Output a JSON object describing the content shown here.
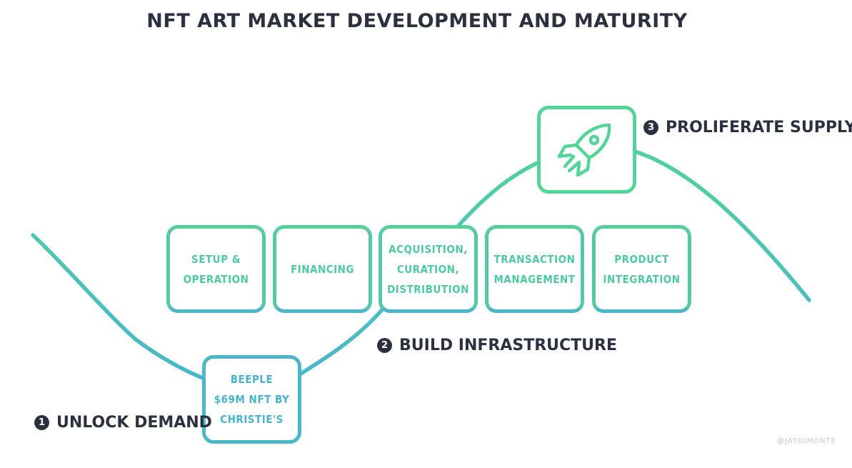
{
  "title": "NFT ART MARKET DEVELOPMENT AND MATURITY",
  "stages": [
    {
      "number": "1",
      "label": "UNLOCK DEMAND"
    },
    {
      "number": "2",
      "label": "BUILD INFRASTRUCTURE"
    },
    {
      "number": "3",
      "label": "PROLIFERATE SUPPLY"
    }
  ],
  "demand_box": [
    "BEEPLE",
    "$69M NFT BY",
    "CHRISTIE'S"
  ],
  "infrastructure_boxes": [
    [
      "SETUP &",
      "OPERATION"
    ],
    [
      "FINANCING"
    ],
    [
      "ACQUISITION,",
      "CURATION,",
      "DISTRIBUTION"
    ],
    [
      "TRANSACTION",
      "MANAGEMENT"
    ],
    [
      "PRODUCT",
      "INTEGRATION"
    ]
  ],
  "supply_icon": "rocket-icon",
  "credit": "@JAYDIMONTE",
  "colors": {
    "green": "#55d498",
    "teal": "#4ab8c9",
    "dark": "#2c3140"
  }
}
